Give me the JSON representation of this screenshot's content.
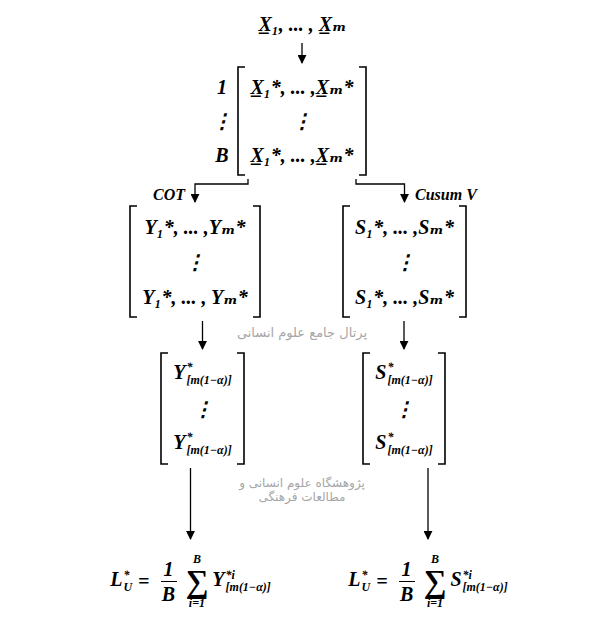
{
  "diagram": {
    "nodes": [
      {
        "text": [
          "X̲₁, ... , X̲ₘ"
        ]
      },
      {
        "text": [
          "1",
          "⋮",
          "B",
          "X̲₁*, ... ,X̲ₘ*",
          "⋮",
          "X̲₁*, ... ,X̲ₘ*"
        ]
      },
      {
        "text": [
          "Y₁*, ... ,Yₘ*",
          "⋮",
          "Y₁*, ... , Yₘ*"
        ]
      },
      {
        "text": [
          "S₁*, ... ,Sₘ*",
          "⋮",
          "S₁*, ... ,Sₘ*"
        ]
      },
      {
        "text": [
          "Y",
          "*",
          "[m(1−α)]",
          "⋮",
          "Y",
          "*",
          "[m(1−α)]"
        ]
      },
      {
        "text": [
          "S",
          "*",
          "[m(1−α)]",
          "⋮",
          "S",
          "*",
          "[m(1−α)]"
        ]
      },
      {
        "text": [
          "L",
          "*",
          "U",
          "=",
          "1",
          "B",
          "B",
          "∑",
          "i=1",
          "Y",
          "*i",
          "[m(1−α)]"
        ]
      },
      {
        "text": [
          "L",
          "*",
          "U",
          "=",
          "1",
          "B",
          "B",
          "∑",
          "i=1",
          "S",
          "*i",
          "[m(1−α)]"
        ]
      }
    ],
    "edges": [
      {
        "from": 0,
        "to": 1,
        "arrow": "to"
      },
      {
        "from": 1,
        "to": 2,
        "label": "COT",
        "arrow": "to"
      },
      {
        "from": 1,
        "to": 3,
        "label": "Cusum V",
        "arrow": "to"
      },
      {
        "from": 2,
        "to": 4,
        "arrow": "to"
      },
      {
        "from": 3,
        "to": 5,
        "arrow": "to"
      },
      {
        "from": 4,
        "to": 6,
        "arrow": "to"
      },
      {
        "from": 5,
        "to": 7,
        "arrow": "to"
      }
    ],
    "labels": [
      "پژوهشگاه علوم انسانی و مطالعات فرهنگی",
      "پرتال جامع علوم انسانی"
    ]
  }
}
